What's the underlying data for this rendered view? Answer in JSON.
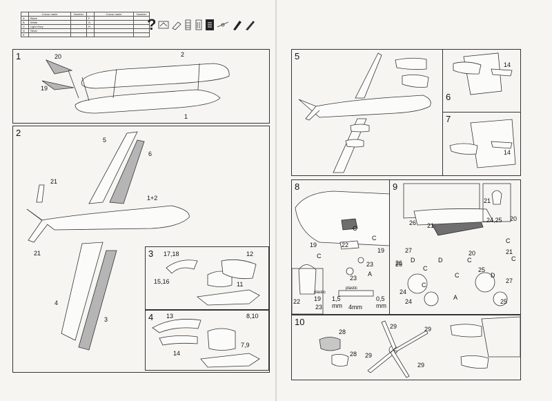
{
  "colour_table": {
    "headers": [
      "",
      "Colour name",
      "Number",
      "",
      "Colour name",
      "Number"
    ],
    "rows": [
      [
        "A",
        "Black",
        "",
        "F",
        "",
        ""
      ],
      [
        "B",
        "White",
        "",
        "G",
        "",
        ""
      ],
      [
        "C",
        "Light Grey",
        "",
        "H",
        "",
        ""
      ],
      [
        "D",
        "Silver",
        "",
        "",
        "",
        ""
      ],
      [
        "E",
        "",
        "",
        "",
        "",
        ""
      ]
    ]
  },
  "legend_symbol": "?",
  "panels": [
    {
      "number": "1",
      "labels": [
        "20",
        "19",
        "2",
        "1"
      ]
    },
    {
      "number": "2",
      "labels": [
        "5",
        "6",
        "21",
        "1+2",
        "21",
        "4",
        "3"
      ]
    },
    {
      "number": "3",
      "labels": [
        "17,18",
        "12",
        "15,16",
        "11"
      ]
    },
    {
      "number": "4",
      "labels": [
        "13",
        "8,10",
        "7,9",
        "14"
      ]
    },
    {
      "number": "5",
      "labels": []
    },
    {
      "number": "6",
      "labels": [
        "14"
      ]
    },
    {
      "number": "7",
      "labels": [
        "14"
      ]
    },
    {
      "number": "8",
      "labels": [
        "C",
        "C",
        "19",
        "19",
        "22",
        "C",
        "23",
        "23",
        "A",
        "22",
        "plastic",
        "19",
        "23",
        "plastic",
        "1,5",
        "mm",
        "0,5",
        "mm",
        "4mm"
      ]
    },
    {
      "number": "9",
      "labels": [
        "26",
        "21",
        "24,25",
        "20",
        "26",
        "21",
        "C",
        "27",
        "21",
        "20",
        "C",
        "26",
        "D",
        "C",
        "D",
        "C",
        "C",
        "25",
        "D",
        "27",
        "24",
        "C",
        "A",
        "24",
        "25"
      ]
    },
    {
      "number": "10",
      "labels": [
        "28",
        "28",
        "29",
        "29",
        "29",
        "29"
      ]
    }
  ]
}
